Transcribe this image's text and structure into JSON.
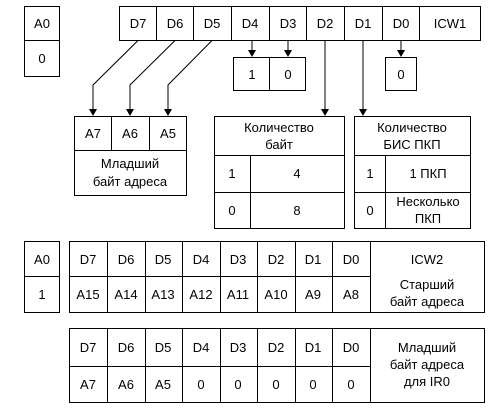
{
  "icw1": {
    "a0_header": "A0",
    "a0_value": "0",
    "bits": [
      "D7",
      "D6",
      "D5",
      "D4",
      "D3",
      "D2",
      "D1",
      "D0"
    ],
    "name": "ICW1",
    "d4_value": "1",
    "d3_value": "0",
    "d0_value": "0"
  },
  "low_addr": {
    "cells": [
      "A7",
      "A6",
      "A5"
    ],
    "caption_line1": "Младший",
    "caption_line2": "байт адреса"
  },
  "byte_count": {
    "title_line1": "Количество",
    "title_line2": "байт",
    "row1_key": "1",
    "row1_value": "4",
    "row2_key": "0",
    "row2_value": "8"
  },
  "chip_count": {
    "title_line1": "Количество",
    "title_line2": "БИС ПКП",
    "row1_key": "1",
    "row1_value": "1 ПКП",
    "row2_key": "0",
    "row2_value_line1": "Несколько",
    "row2_value_line2": "ПКП"
  },
  "icw2": {
    "a0_header": "A0",
    "a0_value": "1",
    "bits": [
      "D7",
      "D6",
      "D5",
      "D4",
      "D3",
      "D2",
      "D1",
      "D0"
    ],
    "values": [
      "A15",
      "A14",
      "A13",
      "A12",
      "A11",
      "A10",
      "A9",
      "A8"
    ],
    "name": "ICW2",
    "caption_line1": "Старший",
    "caption_line2": "байт адреса"
  },
  "ir0": {
    "bits": [
      "D7",
      "D6",
      "D5",
      "D4",
      "D3",
      "D2",
      "D1",
      "D0"
    ],
    "values": [
      "A7",
      "A6",
      "A5",
      "0",
      "0",
      "0",
      "0",
      "0"
    ],
    "caption_line1": "Младший",
    "caption_line2": "байт адреса",
    "caption_line3": "для IR0"
  }
}
